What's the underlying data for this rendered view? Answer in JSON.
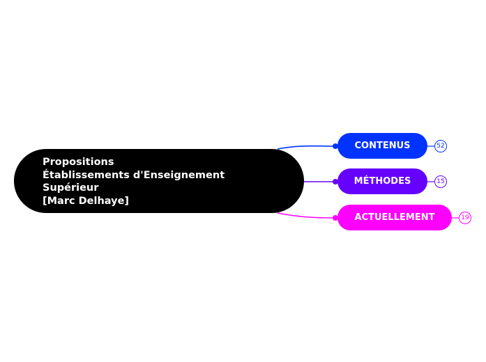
{
  "root": {
    "lines": [
      "Propositions",
      "Établissements d'Enseignement",
      "Supérieur",
      "[Marc Delhaye]"
    ],
    "color": "#000000"
  },
  "branches": [
    {
      "label": "CONTENUS",
      "count": "52",
      "color": "#0033ff"
    },
    {
      "label": "MÉTHODES",
      "count": "15",
      "color": "#6600ff"
    },
    {
      "label": "ACTUELLEMENT",
      "count": "19",
      "color": "#ff00ff"
    }
  ]
}
